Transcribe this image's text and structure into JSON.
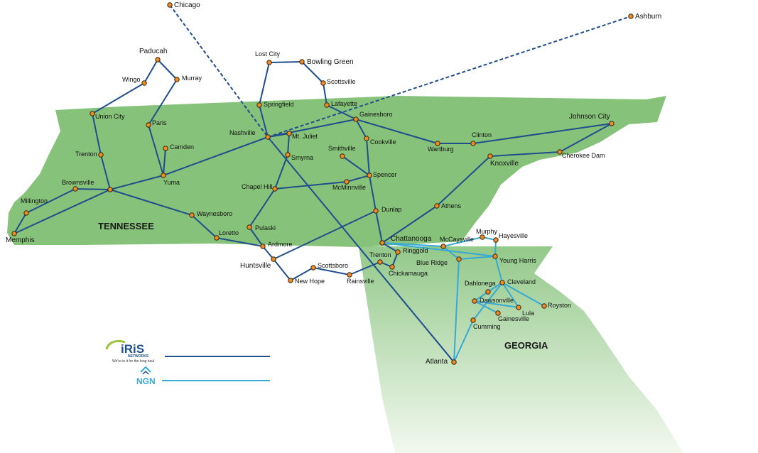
{
  "colors": {
    "tennessee": "#86c27a",
    "georgia_top": "#93c98a",
    "georgia_bottom": "#eaf4e6",
    "iris_line": "#1f4e8c",
    "ngn_line": "#36a9d6",
    "node_fill": "#f08a24",
    "node_stroke": "#3a2a10"
  },
  "states": {
    "tennessee": "TENNESSEE",
    "georgia": "GEORGIA"
  },
  "legend": {
    "iris": {
      "name": "iRiS",
      "sub": "NETWORKS",
      "tagline": "We're in it for the long haul"
    },
    "ngn": {
      "name": "NGN"
    }
  },
  "cities": [
    {
      "id": "chicago",
      "name": "Chicago"
    },
    {
      "id": "ashburn",
      "name": "Ashburn"
    },
    {
      "id": "paducah",
      "name": "Paducah"
    },
    {
      "id": "wingo",
      "name": "Wingo"
    },
    {
      "id": "murray",
      "name": "Murray"
    },
    {
      "id": "lostcity",
      "name": "Lost City"
    },
    {
      "id": "bowlinggreen",
      "name": "Bowling Green"
    },
    {
      "id": "scottsville",
      "name": "Scottsville"
    },
    {
      "id": "springfield",
      "name": "Springfield"
    },
    {
      "id": "lafayette",
      "name": "Lafayette"
    },
    {
      "id": "unioncity",
      "name": "Union City"
    },
    {
      "id": "gainesboro",
      "name": "Gainesboro"
    },
    {
      "id": "johnsoncity",
      "name": "Johnson City"
    },
    {
      "id": "paris",
      "name": "Paris"
    },
    {
      "id": "nashville",
      "name": "Nashville"
    },
    {
      "id": "mtjuliet",
      "name": "Mt. Juliet"
    },
    {
      "id": "cookville",
      "name": "Cookville"
    },
    {
      "id": "clinton",
      "name": "Clinton"
    },
    {
      "id": "wartburg",
      "name": "Wartburg"
    },
    {
      "id": "camden",
      "name": "Camden"
    },
    {
      "id": "smithville",
      "name": "Smithville"
    },
    {
      "id": "trenton",
      "name": "Trenton"
    },
    {
      "id": "smyrna",
      "name": "Smyrna"
    },
    {
      "id": "cherokeedam",
      "name": "Cherokee Dam"
    },
    {
      "id": "knoxville",
      "name": "Knoxville"
    },
    {
      "id": "yuma",
      "name": "Yuma"
    },
    {
      "id": "spencer",
      "name": "Spencer"
    },
    {
      "id": "chapelhill",
      "name": "Chapel Hill"
    },
    {
      "id": "mcminnville",
      "name": "McMinnville"
    },
    {
      "id": "brownsville",
      "name": "Brownsville"
    },
    {
      "id": "jackson",
      "name": ""
    },
    {
      "id": "millington",
      "name": "Millington"
    },
    {
      "id": "athens",
      "name": "Athens"
    },
    {
      "id": "dunlap",
      "name": "Dunlap"
    },
    {
      "id": "waynesboro",
      "name": "Waynesboro"
    },
    {
      "id": "pulaski",
      "name": "Pulaski"
    },
    {
      "id": "memphis",
      "name": "Memphis"
    },
    {
      "id": "loretto",
      "name": "Loretto"
    },
    {
      "id": "murphy",
      "name": "Murphy"
    },
    {
      "id": "hayesville",
      "name": "Hayesville"
    },
    {
      "id": "ardmore",
      "name": "Ardmore"
    },
    {
      "id": "chattanooga",
      "name": "Chattanooga"
    },
    {
      "id": "mccaysville",
      "name": "McCaysville"
    },
    {
      "id": "ringgold",
      "name": "Ringgold"
    },
    {
      "id": "trentonga",
      "name": "Trenton"
    },
    {
      "id": "blueridge",
      "name": "Blue Ridge"
    },
    {
      "id": "youngharris",
      "name": "Young Harris"
    },
    {
      "id": "huntsville",
      "name": "Huntsville"
    },
    {
      "id": "scottsboro",
      "name": "Scottsboro"
    },
    {
      "id": "chickamauga",
      "name": "Chickamauga"
    },
    {
      "id": "rainsville",
      "name": "Rainsville"
    },
    {
      "id": "newhope",
      "name": "New Hope"
    },
    {
      "id": "dahlonega",
      "name": "Dahlonega"
    },
    {
      "id": "cleveland",
      "name": "Cleveland"
    },
    {
      "id": "dawsonville",
      "name": "Dawsonville"
    },
    {
      "id": "royston",
      "name": "Royston"
    },
    {
      "id": "lula",
      "name": "Lula"
    },
    {
      "id": "gainesville",
      "name": "Gainesville"
    },
    {
      "id": "cumming",
      "name": "Cumming"
    },
    {
      "id": "atlanta",
      "name": "Atlanta"
    }
  ]
}
